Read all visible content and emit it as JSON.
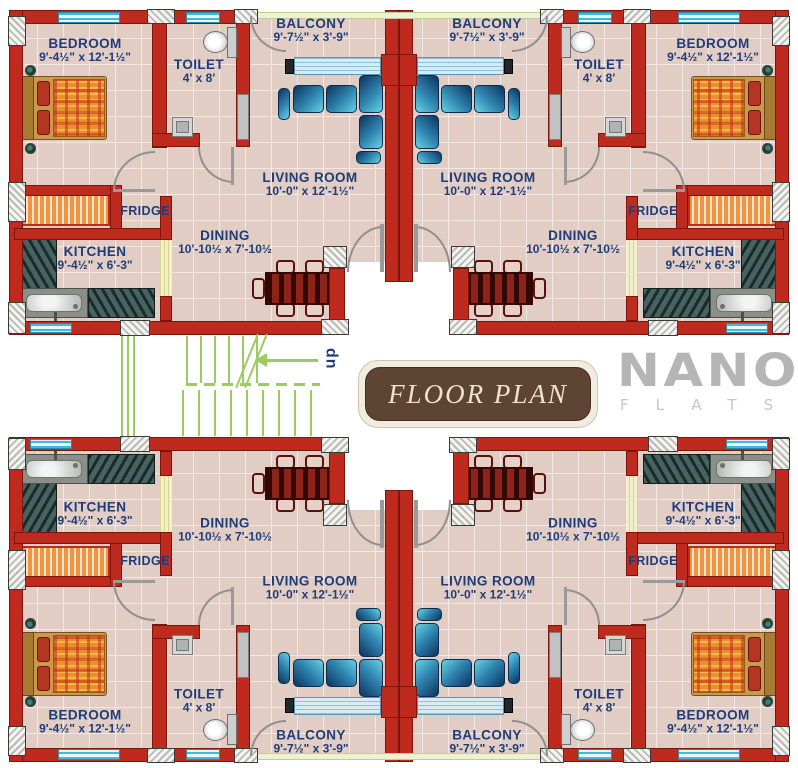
{
  "title": "FLOOR PLAN",
  "brand": {
    "name": "NANO",
    "sub": "FLATS"
  },
  "stairs": {
    "up_label": "up"
  },
  "rooms": {
    "bedroom": {
      "name": "BEDROOM",
      "dims": "9'-4½\" x 12'-1½\""
    },
    "toilet": {
      "name": "TOILET",
      "dims": "4' x 8'"
    },
    "balcony": {
      "name": "BALCONY",
      "dims": "9'-7½\" x 3'-9\""
    },
    "living": {
      "name": "LIVING ROOM",
      "dims": "10'-0\" x 12'-1½\""
    },
    "dining": {
      "name": "DINING",
      "dims": "10'-10½ x 7'-10½"
    },
    "kitchen": {
      "name": "KITCHEN",
      "dims": "9'-4½\" x 6'-3\""
    },
    "fridge": {
      "name": "FRIDGE"
    }
  },
  "units": [
    {
      "id": "unit-top-left"
    },
    {
      "id": "unit-top-right"
    },
    {
      "id": "unit-bottom-left"
    },
    {
      "id": "unit-bottom-right"
    }
  ],
  "colors": {
    "wall_red": "#bf2a1f",
    "floor_pink": "#e2cdc5",
    "label_blue": "#1e3c78",
    "stairs_green": "#9ccb62",
    "badge_brown": "#5d4433",
    "badge_cream": "#efe3c8",
    "logo_gray": "#b5b5b5",
    "sofa_blue": "#2f86b0",
    "window_cyan": "#3fb9dd",
    "wardrobe_orange": "#ef9440",
    "table_maroon": "#6d120d",
    "granite_dark": "#2f4546"
  }
}
